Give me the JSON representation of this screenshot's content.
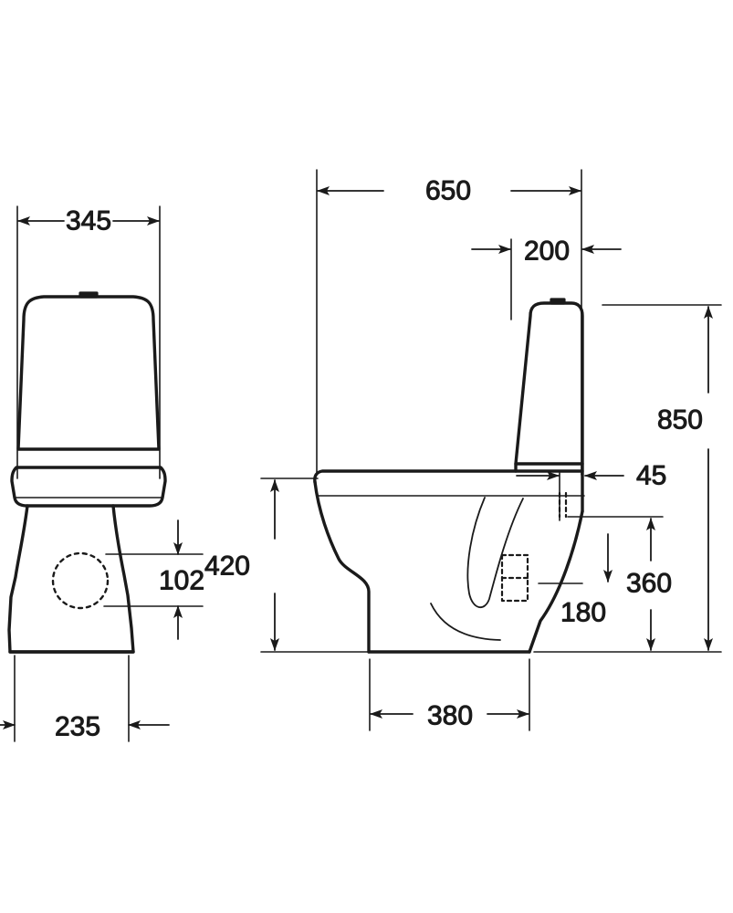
{
  "document": {
    "kind": "technical-drawing",
    "subject": "close-coupled toilet pan with cistern",
    "unit": "mm",
    "views": [
      {
        "id": "front-view",
        "label": "front elevation"
      },
      {
        "id": "side-view",
        "label": "side elevation"
      }
    ],
    "line_color": "#1a1a1a",
    "background_color": "#ffffff"
  },
  "dimensions": {
    "front": {
      "width_overall": "345",
      "outlet_height": "102",
      "foot_width": "235"
    },
    "side": {
      "depth_overall": "650",
      "cistern_depth": "200",
      "height_overall": "850",
      "seat_height": "420",
      "cistern_offset": "45",
      "outlet_center_height": "360",
      "outlet_low_height": "180",
      "pan_depth": "380"
    }
  },
  "labels": {
    "d345": "345",
    "d102": "102",
    "d235": "235",
    "d650": "650",
    "d200": "200",
    "d850": "850",
    "d420": "420",
    "d45": "45",
    "d360": "360",
    "d180": "180",
    "d380": "380"
  }
}
